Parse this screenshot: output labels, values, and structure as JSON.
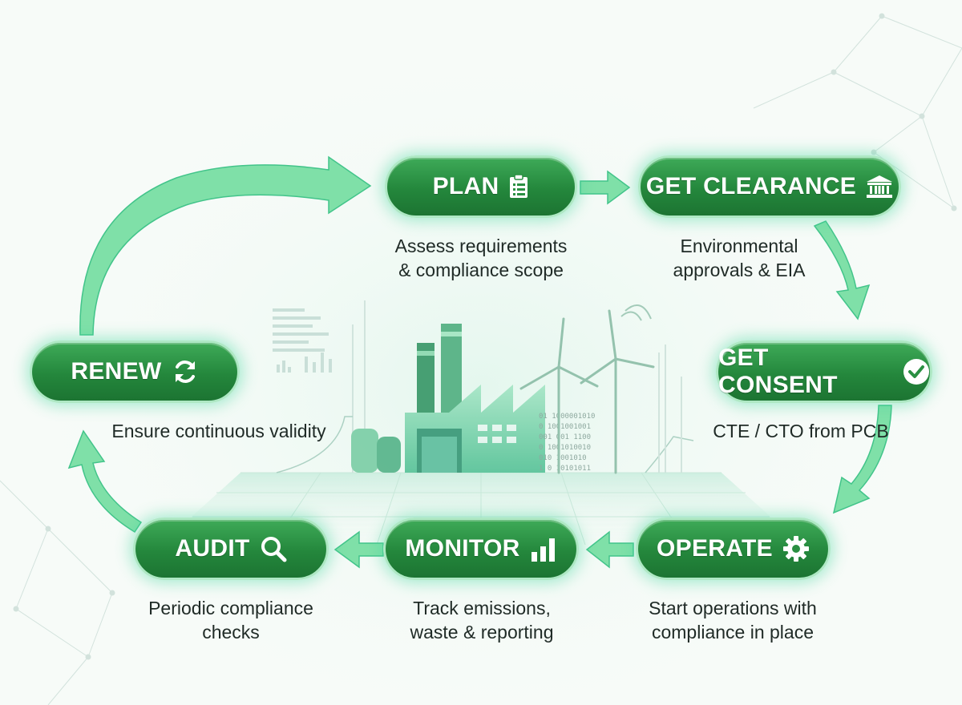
{
  "diagram": {
    "colors": {
      "node_fill": "#2a8f42",
      "node_border": "#aee8c4",
      "arrow": "#7fe0a8",
      "text": "#1f2a26"
    },
    "steps": [
      {
        "id": "plan",
        "label": "PLAN",
        "icon": "clipboard-icon",
        "description": [
          "Assess requirements",
          "& compliance scope"
        ]
      },
      {
        "id": "get-clearance",
        "label": "GET CLEARANCE",
        "icon": "government-building-icon",
        "description": [
          "Environmental",
          "approvals & EIA"
        ]
      },
      {
        "id": "get-consent",
        "label": "GET CONSENT",
        "icon": "check-circle-icon",
        "description": [
          "CTE / CTO from PCB"
        ]
      },
      {
        "id": "operate",
        "label": "OPERATE",
        "icon": "gear-icon",
        "description": [
          "Start operations with",
          "compliance in place"
        ]
      },
      {
        "id": "monitor",
        "label": "MONITOR",
        "icon": "bar-chart-icon",
        "description": [
          "Track emissions,",
          "waste & reporting"
        ]
      },
      {
        "id": "audit",
        "label": "AUDIT",
        "icon": "magnifier-icon",
        "description": [
          "Periodic compliance",
          "checks"
        ]
      },
      {
        "id": "renew",
        "label": "RENEW",
        "icon": "refresh-icon",
        "description": [
          "Ensure continuous validity"
        ]
      }
    ],
    "flow": [
      "plan",
      "get-clearance",
      "get-consent",
      "operate",
      "monitor",
      "audit",
      "renew",
      "plan"
    ],
    "illustration": {
      "subject": "factory-with-wind-turbines",
      "binary_text": [
        "01 1000001010",
        "0 1001001001",
        "001 001 1100",
        "0 1001010010",
        "010 1001010",
        "1 0 10101011"
      ]
    }
  }
}
